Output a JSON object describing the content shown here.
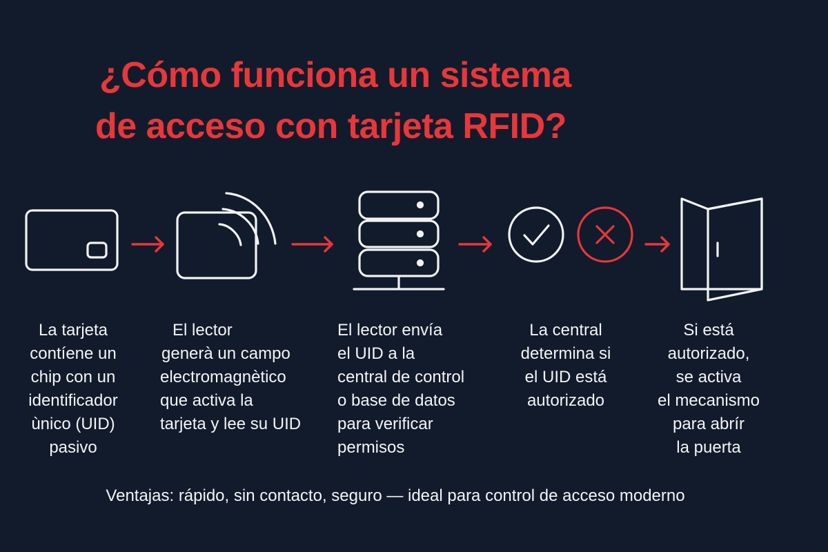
{
  "title": {
    "line1": "¿Cómo funciona un sistema",
    "line2": "de acceso con tarjeta RFID?"
  },
  "colors": {
    "background": "#121b2c",
    "accent": "#e8373a",
    "icon": "#f2f2f2",
    "text": "#f4f4f4"
  },
  "icons": [
    "card-icon",
    "rfid-reader-icon",
    "server-icon",
    "check-icon",
    "cross-icon",
    "door-icon"
  ],
  "steps": [
    {
      "icon": "card-icon",
      "lines": [
        "La tarjeta",
        "contíene un",
        "chip con un",
        "identificador",
        "ùnico (UID)",
        "pasivo"
      ]
    },
    {
      "icon": "rfid-reader-icon",
      "lines": [
        "El lector",
        "generà un campo",
        "electromagnètico",
        "que activa la",
        "tarjeta y lee su UID"
      ]
    },
    {
      "icon": "server-icon",
      "lines": [
        "El lector envía",
        "el UID a la",
        "central de control",
        "o base de datos",
        "para verificar",
        "permisos"
      ]
    },
    {
      "icon": "check-cross-icons",
      "lines": [
        "La central",
        "determina si",
        "el UID está",
        "autorizado"
      ]
    },
    {
      "icon": "door-icon",
      "lines": [
        "Si está",
        "autorizado,",
        "se activa",
        "el mecanismo",
        "para abrír",
        "la puerta"
      ]
    }
  ],
  "footer": "Ventajas: rápido, sin contacto, seguro — ideal para control de acceso moderno"
}
